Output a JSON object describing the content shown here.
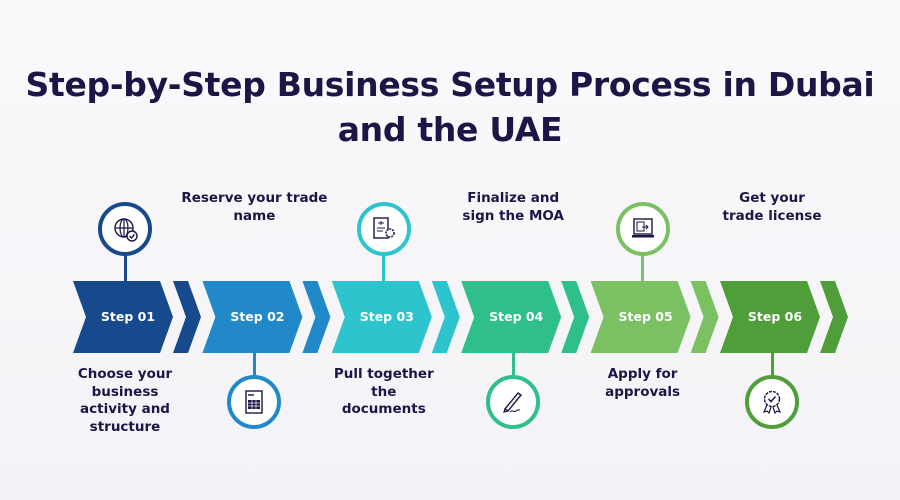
{
  "title": "Step-by-Step Business Setup Process in Dubai and the UAE",
  "steps": [
    {
      "label": "Step 01",
      "text": "Choose your business activity and structure",
      "icon": "globe-check-icon",
      "color": "#174a8c",
      "position": "bottom"
    },
    {
      "label": "Step 02",
      "text": "Reserve your trade name",
      "icon": "spreadsheet-document-icon",
      "color": "#2189c9",
      "position": "top"
    },
    {
      "label": "Step 03",
      "text": "Pull together the documents",
      "icon": "legal-document-gear-icon",
      "color": "#2ec4ce",
      "position": "bottom"
    },
    {
      "label": "Step 04",
      "text": "Finalize and sign the MOA",
      "icon": "pen-signature-icon",
      "color": "#2fbf8a",
      "position": "top"
    },
    {
      "label": "Step 05",
      "text": "Apply for approvals",
      "icon": "laptop-document-icon",
      "color": "#7cc064",
      "position": "bottom"
    },
    {
      "label": "Step 06",
      "text": "Get your trade license",
      "icon": "award-badge-icon",
      "color": "#4f9e3a",
      "position": "top"
    }
  ]
}
